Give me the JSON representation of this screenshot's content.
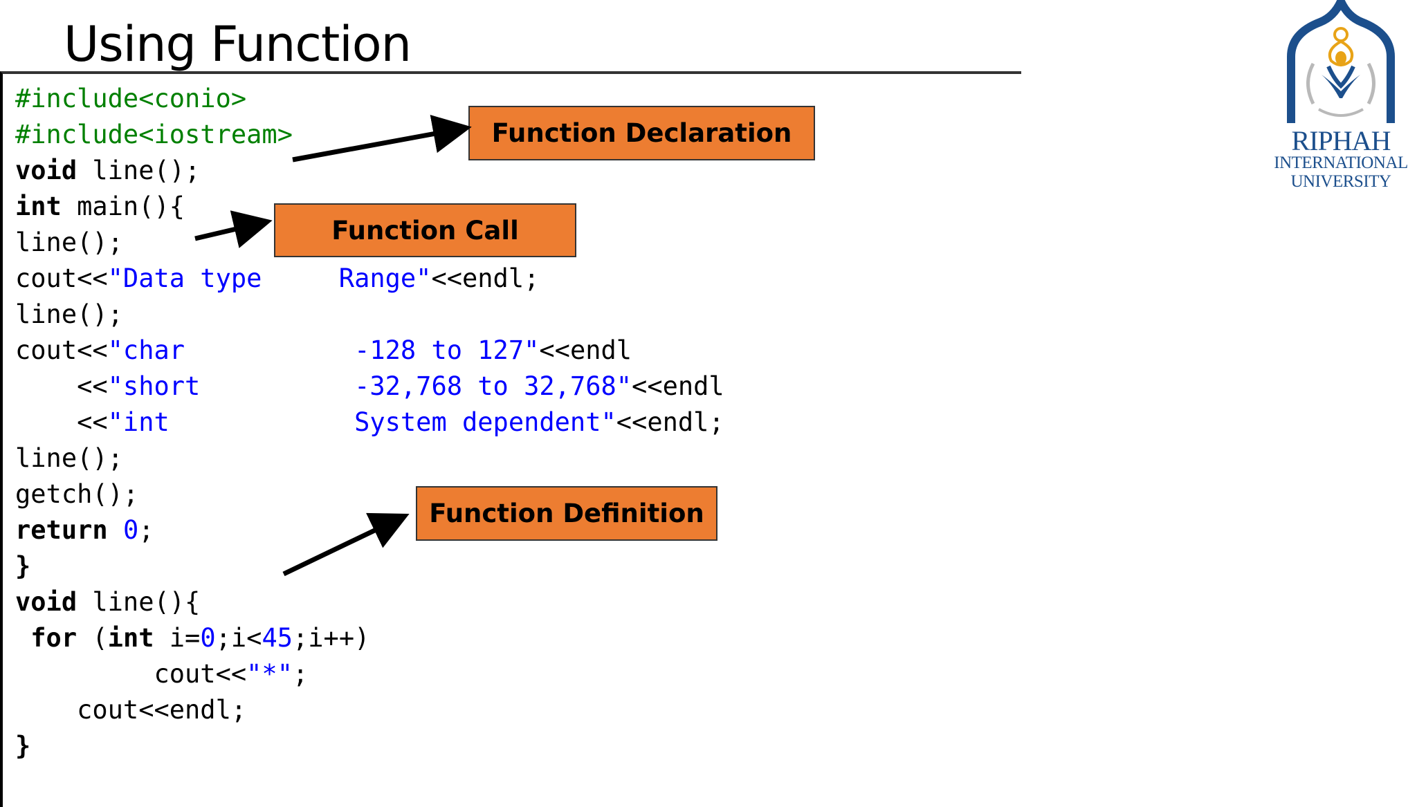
{
  "slide": {
    "title": "Using Function"
  },
  "code": {
    "lines": [
      [
        {
          "t": "#include<conio>",
          "c": "pp"
        }
      ],
      [
        {
          "t": "#include<iostream>",
          "c": "pp"
        }
      ],
      [
        {
          "t": "void",
          "c": "kw"
        },
        {
          "t": " line();",
          "c": "plain"
        }
      ],
      [
        {
          "t": "int",
          "c": "kw"
        },
        {
          "t": " main(){",
          "c": "plain"
        }
      ],
      [
        {
          "t": "line();",
          "c": "plain"
        }
      ],
      [
        {
          "t": "cout<<",
          "c": "plain"
        },
        {
          "t": "\"Data type     Range\"",
          "c": "str"
        },
        {
          "t": "<<endl;",
          "c": "plain"
        }
      ],
      [
        {
          "t": "line();",
          "c": "plain"
        }
      ],
      [
        {
          "t": "cout<<",
          "c": "plain"
        },
        {
          "t": "\"char           -128 to 127\"",
          "c": "str"
        },
        {
          "t": "<<endl",
          "c": "plain"
        }
      ],
      [
        {
          "t": "    <<",
          "c": "plain"
        },
        {
          "t": "\"short          -32,768 to 32,768\"",
          "c": "str"
        },
        {
          "t": "<<endl",
          "c": "plain"
        }
      ],
      [
        {
          "t": "    <<",
          "c": "plain"
        },
        {
          "t": "\"int            System dependent\"",
          "c": "str"
        },
        {
          "t": "<<endl;",
          "c": "plain"
        }
      ],
      [
        {
          "t": "line();",
          "c": "plain"
        }
      ],
      [
        {
          "t": "getch();",
          "c": "plain"
        }
      ],
      [
        {
          "t": "return",
          "c": "kw"
        },
        {
          "t": " ",
          "c": "plain"
        },
        {
          "t": "0",
          "c": "num"
        },
        {
          "t": ";",
          "c": "plain"
        }
      ],
      [
        {
          "t": "}",
          "c": "kw"
        }
      ],
      [
        {
          "t": "void",
          "c": "kw"
        },
        {
          "t": " line(){",
          "c": "plain"
        }
      ],
      [
        {
          "t": " ",
          "c": "plain"
        },
        {
          "t": "for",
          "c": "kw"
        },
        {
          "t": " (",
          "c": "plain"
        },
        {
          "t": "int",
          "c": "kw"
        },
        {
          "t": " i=",
          "c": "plain"
        },
        {
          "t": "0",
          "c": "num"
        },
        {
          "t": ";i<",
          "c": "plain"
        },
        {
          "t": "45",
          "c": "num"
        },
        {
          "t": ";i++)",
          "c": "plain"
        }
      ],
      [
        {
          "t": "         cout<<",
          "c": "plain"
        },
        {
          "t": "\"*\"",
          "c": "str"
        },
        {
          "t": ";",
          "c": "plain"
        }
      ],
      [
        {
          "t": "    cout<<endl;",
          "c": "plain"
        }
      ],
      [
        {
          "t": "}",
          "c": "kw"
        }
      ]
    ]
  },
  "callouts": {
    "declaration": "Function Declaration",
    "call": "Function Call",
    "definition": "Function Definition"
  },
  "logo": {
    "name": "RIPHAH",
    "line2": "INTERNATIONAL",
    "line3": "UNIVERSITY"
  },
  "colors": {
    "callout_fill": "#ed7d31",
    "preprocessor": "#008000",
    "string_literal": "#0000ff",
    "logo_blue": "#1c4f8c",
    "logo_gold": "#e8a317"
  }
}
